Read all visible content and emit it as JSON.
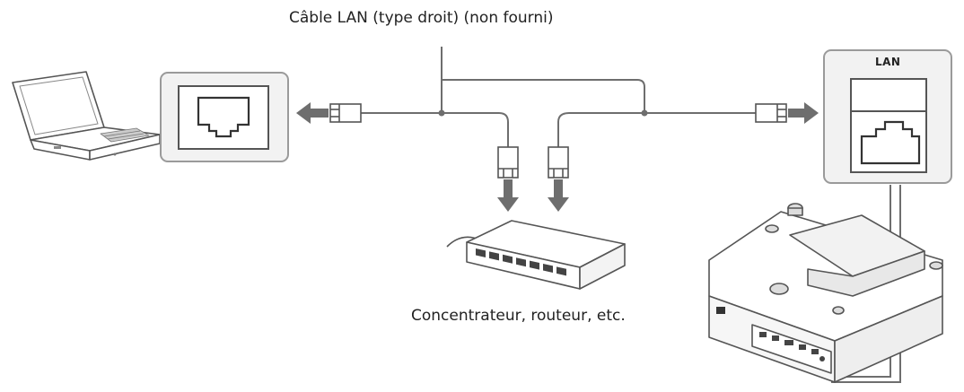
{
  "labels": {
    "cable": "Câble LAN (type droit) (non fourni)",
    "hub": "Concentrateur, routeur, etc.",
    "lan_port": "LAN"
  },
  "colors": {
    "line": "#6e6e6e",
    "arrow": "#6e6e6e",
    "panel_border": "#9a9a9a",
    "panel_fill": "#efefef",
    "device_fill": "#ffffff"
  },
  "icons": {
    "computer": "laptop-icon",
    "computer_port": "ethernet-port-icon",
    "hub": "network-switch-icon",
    "projector": "projector-icon",
    "projector_port": "ethernet-port-icon",
    "connector": "rj45-plug-icon"
  }
}
